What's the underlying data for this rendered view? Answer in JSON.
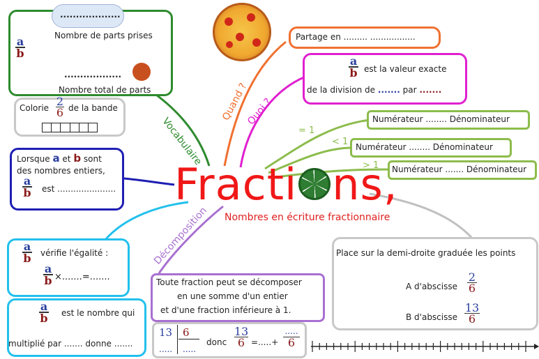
{
  "title": {
    "prefix": "Fracti",
    "suffix": "ns,",
    "subtitle": "Nombres en écriture fractionnaire"
  },
  "branches": {
    "vocab": "Vocabulaire",
    "quand": "Quand ?",
    "quoi": "Quoi ?",
    "decomp": "Décomposition",
    "eq": "= 1",
    "lt": "< 1",
    "gt": "> 1"
  },
  "vocab": {
    "a": "a",
    "b": "b",
    "top_dots": "...................",
    "parts_prises": "Nombre de parts prises",
    "bottom_dots": "..................",
    "total_parts": "Nombre total de parts"
  },
  "colorie": {
    "prefix": "Colorie",
    "num": "2",
    "den": "6",
    "suffix": "de la bande"
  },
  "lorsque": {
    "line1_a": "Lorsque",
    "a": "a",
    "line1_mid": "et",
    "b": "b",
    "line1_end": "sont",
    "line2": "des nombres entiers,",
    "est": "est ......................"
  },
  "verifie": {
    "a": "a",
    "b": "b",
    "text": "vérifie l'égalité  :",
    "times": "×.......=......."
  },
  "nombre_qui": {
    "a": "a",
    "b": "b",
    "text": "est le nombre qui",
    "line2": "multiplié par ....... donne ......."
  },
  "partage": {
    "text": "Partage en ......... ................."
  },
  "quoi_box": {
    "a": "a",
    "b": "b",
    "text1": "est la valeur exacte",
    "text2a": "de la division de",
    "dots1": ".......",
    "text2b": "par",
    "dots2": "......."
  },
  "comparisons": [
    {
      "text": "Numérateur ........ Dénominateur"
    },
    {
      "text": "Numérateur ........ Dénominateur"
    },
    {
      "text": "Numérateur ....... Dénominateur"
    }
  ],
  "decomp_box": {
    "line1": "Toute fraction peut se décomposer",
    "line2": "en une somme d'un entier",
    "line3": "et d'une fraction inférieure à 1."
  },
  "division": {
    "n13": "13",
    "d6": "6",
    "dots_q": ".....",
    "dots_r": ".....",
    "donc": "donc",
    "fn": "13",
    "fd": "6",
    "eq": "=.....+",
    "rn": ".....",
    "rd": "6"
  },
  "demi_droite": {
    "text": "Place sur la demi-droite graduée les points",
    "a_label": "A d'abscisse",
    "a_num": "2",
    "a_den": "6",
    "b_label": "B d'abscisse",
    "b_num": "13",
    "b_den": "6"
  },
  "colors": {
    "title_red": "#f01818",
    "green": "#2e8b2e",
    "orange": "#f07030",
    "magenta": "#e020d0",
    "lightgreen": "#8cbc4c",
    "blue": "#1e1eb4",
    "cyan": "#22c0ec",
    "purple": "#a870d0",
    "gray": "#b8b8b8"
  }
}
